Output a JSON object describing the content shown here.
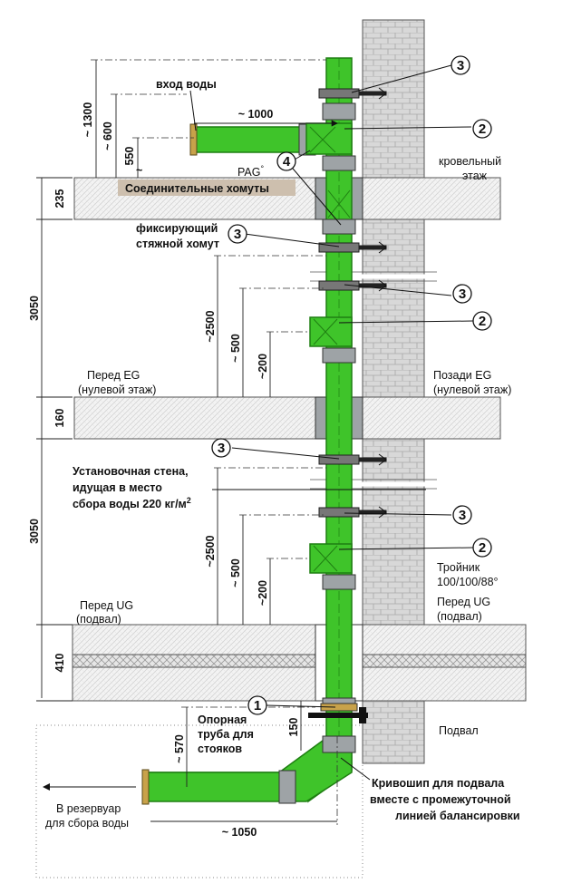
{
  "labels": {
    "water_inlet": "вход воды",
    "pag": "PAG",
    "pag_mark": "°",
    "connector_clamps": "Соединительные хомуты",
    "roof_floor_1": "кровельный",
    "roof_floor_2": "этаж",
    "fixing_clamp_1": "фиксирующий",
    "fixing_clamp_2": "стяжной хомут",
    "front_eg_1": "Перед EG",
    "front_eg_2": "(нулевой этаж)",
    "behind_eg_1": "Позади EG",
    "behind_eg_2": "(нулевой этаж)",
    "wall_1": "Установочная стена,",
    "wall_2": "идущая в место",
    "wall_3": "сбора воды 220 кг/м",
    "wall_sup": "2",
    "tee_1": "Тройник",
    "tee_2": "100/100/88°",
    "front_ug_1": "Перед UG",
    "front_ug_2": "(подвал)",
    "behind_ug_1": "Перед UG",
    "behind_ug_2": "(подвал)",
    "support_1": "Опорная",
    "support_2": "труба для",
    "support_3": "стояков",
    "basement": "Подвал",
    "reservoir_1": "В резервуар",
    "reservoir_2": "для сбора воды",
    "bend_1": "Кривошип для подвала",
    "bend_2": "вместе с промежуточной",
    "bend_3": "линией балансировки"
  },
  "dimensions": {
    "d1300": "~ 1300",
    "d600": "~ 600",
    "d550": "550",
    "d1000": "~ 1000",
    "d235": "235",
    "d3050a": "3050",
    "d2500a": "~2500",
    "d500a": "~ 500",
    "d200a": "~200",
    "d160": "160",
    "d3050b": "3050",
    "d2500b": "~2500",
    "d500b": "~ 500",
    "d200b": "~200",
    "d410": "410",
    "d150": "150",
    "d570": "~ 570",
    "d1050": "~ 1050",
    "tilde": "~"
  },
  "markers": {
    "m1": "1",
    "m2": "2",
    "m3": "3",
    "m4": "4"
  },
  "colors": {
    "pipe": "#3fc42a",
    "pipe_dark": "#1f7f12",
    "sleeve": "#9ea3a6",
    "slab": "#efefef",
    "brick": "#d6d6d6",
    "clamp_label_bg": "#cdbfae"
  }
}
